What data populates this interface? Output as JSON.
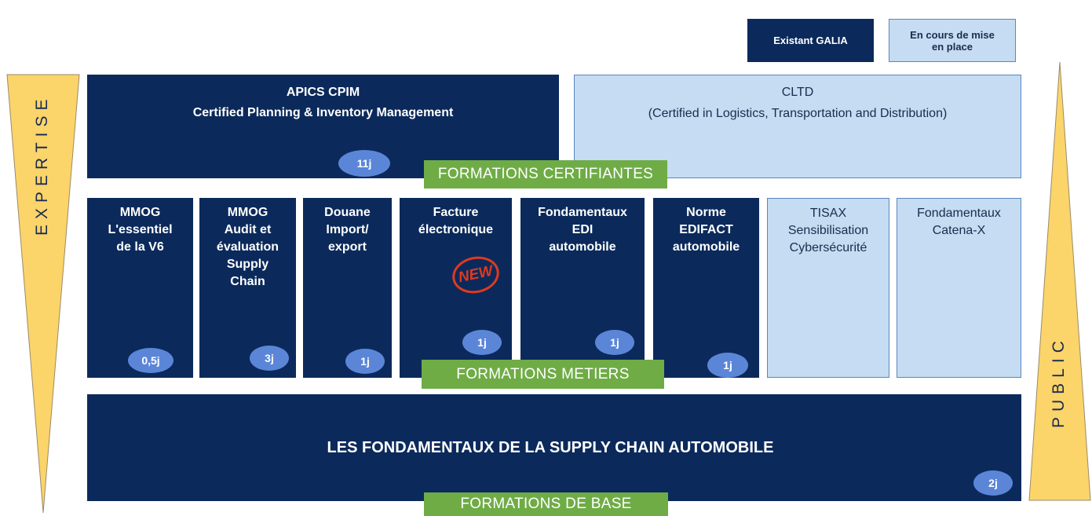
{
  "legend": {
    "existing": "Existant GALIA",
    "in_progress": "En cours de mise en place"
  },
  "axis": {
    "left": "EXPERTISE",
    "right": "PUBLIC"
  },
  "certifiantes": {
    "apics_title": "APICS CPIM",
    "apics_subtitle": "Certified Planning & Inventory Management",
    "apics_duration": "11j",
    "cltd_title": "CLTD",
    "cltd_subtitle": "(Certified in Logistics, Transportation and Distribution)",
    "banner": "FORMATIONS CERTIFIANTES"
  },
  "metiers": {
    "banner": "FORMATIONS METIERS",
    "new_label": "NEW",
    "cards": [
      {
        "lines": [
          "MMOG",
          "L'essentiel",
          "de la V6"
        ],
        "duration": "0,5j"
      },
      {
        "lines": [
          "MMOG",
          "Audit et",
          "évaluation",
          "Supply",
          "Chain"
        ],
        "duration": "3j"
      },
      {
        "lines": [
          "Douane",
          "Import/",
          "export"
        ],
        "duration": "1j"
      },
      {
        "lines": [
          "Facture",
          "électronique"
        ],
        "duration": "1j"
      },
      {
        "lines": [
          "Fondamentaux",
          "EDI",
          "automobile"
        ],
        "duration": "1j"
      },
      {
        "lines": [
          "Norme",
          "EDIFACT",
          "automobile"
        ],
        "duration": "1j"
      },
      {
        "lines": [
          "TISAX",
          "Sensibilisation",
          "Cybersécurité"
        ]
      },
      {
        "lines": [
          "Fondamentaux",
          "Catena-X"
        ]
      }
    ]
  },
  "base": {
    "title": "LES FONDAMENTAUX DE LA SUPPLY CHAIN AUTOMOBILE",
    "duration": "2j",
    "banner": "FORMATIONS DE BASE"
  },
  "colors": {
    "existing": "#0b2a5b",
    "in_progress": "#c5dcf2",
    "banner": "#6fac46",
    "pill": "#5b86d8",
    "triangle": "#fbd46a"
  }
}
